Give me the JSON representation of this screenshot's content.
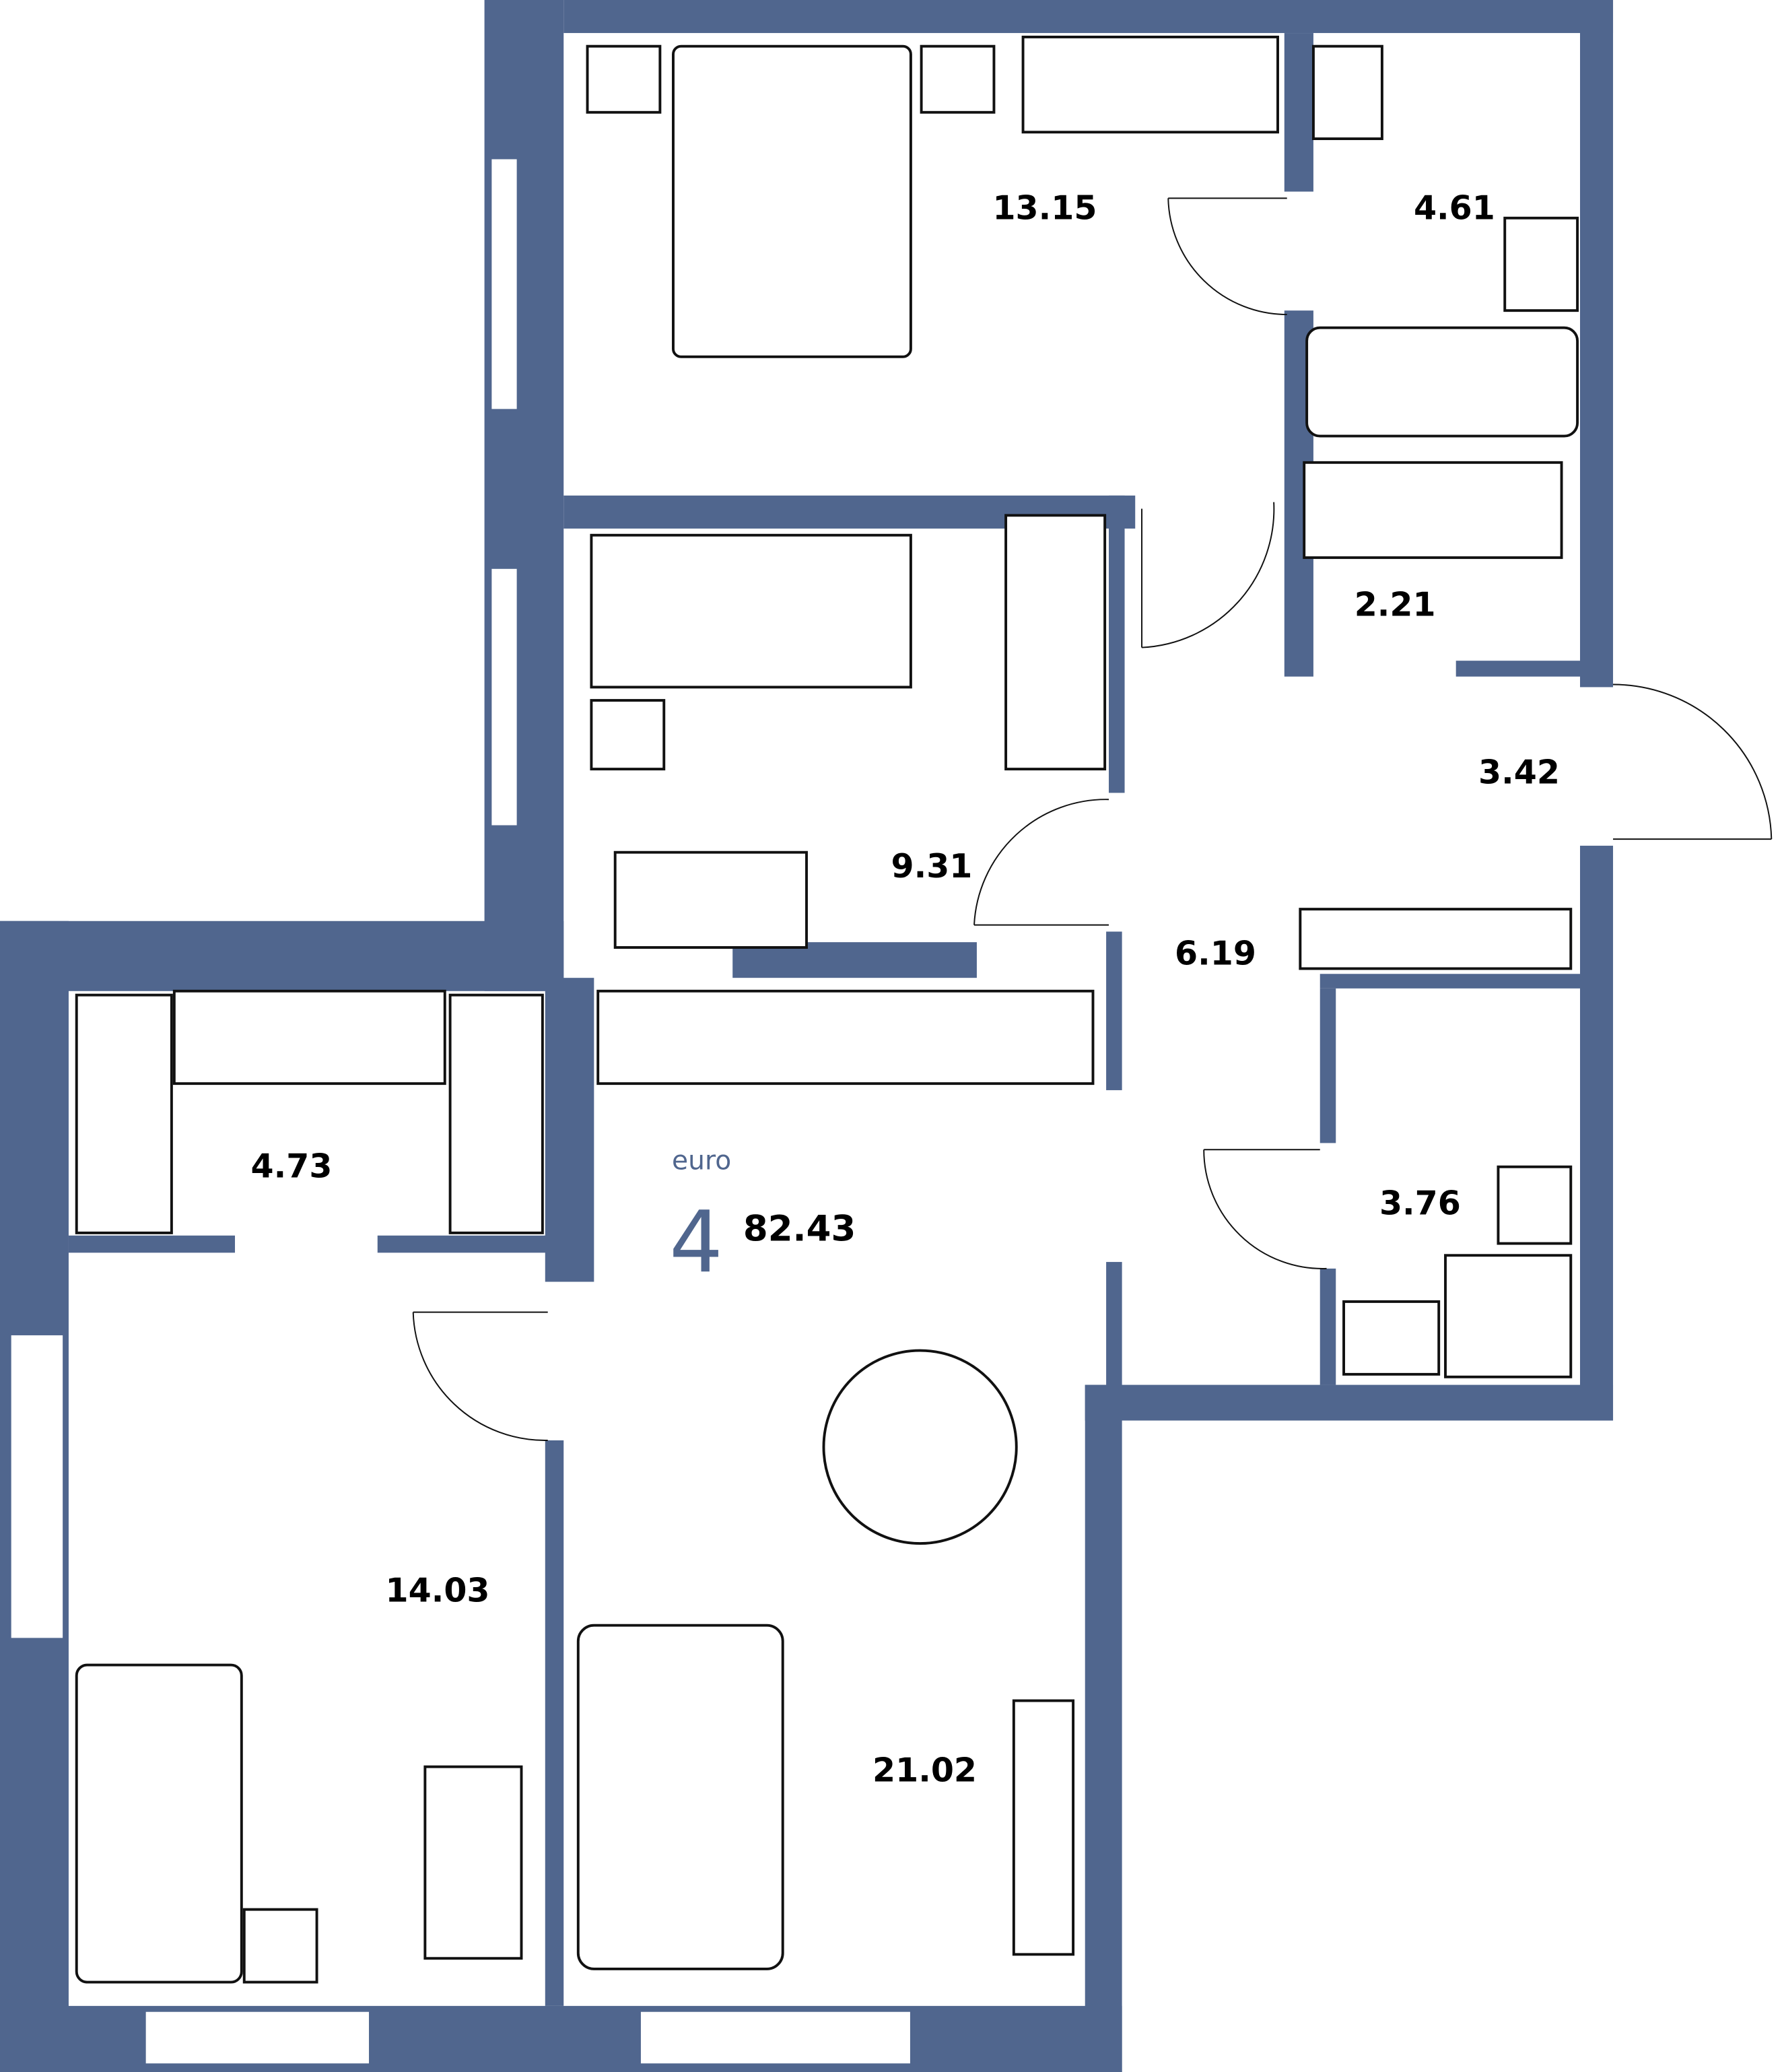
{
  "plan": {
    "label": "euro",
    "rooms_count": "4",
    "total_area": "82.43",
    "wall_color": "#50668e",
    "areas": {
      "bedroom_top": "13.15",
      "bathroom_top": "4.61",
      "storage": "2.21",
      "entrance": "3.42",
      "bedroom_middle": "9.31",
      "hallway": "6.19",
      "wardrobe": "4.73",
      "bathroom_small": "3.76",
      "bedroom_bottom": "14.03",
      "living_kitchen": "21.02"
    }
  }
}
